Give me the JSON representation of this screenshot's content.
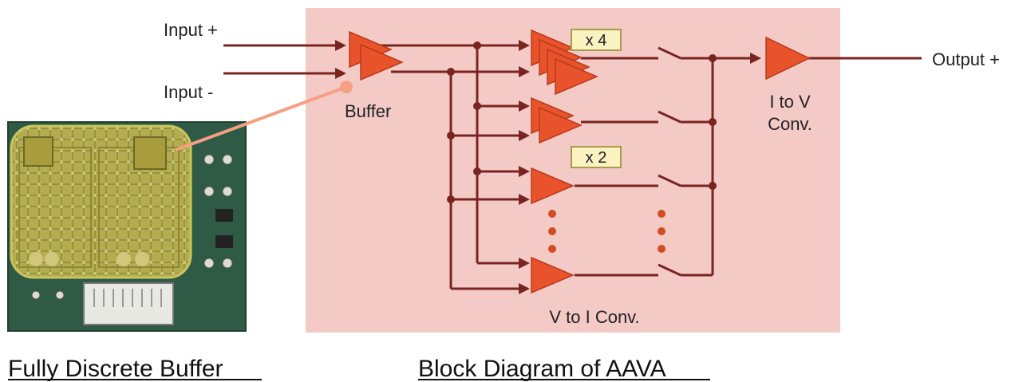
{
  "diagram": {
    "inputs": [
      "Input +",
      "Input -"
    ],
    "output": "Output +",
    "buffer_label": "Buffer",
    "gain_labels": [
      "x 4",
      "x 2"
    ],
    "v_to_i_label": "V to I Conv.",
    "i_to_v_label": [
      "I to V",
      "Conv."
    ]
  },
  "captions": {
    "left": "Fully Discrete Buffer",
    "right": "Block Diagram of AAVA"
  },
  "colors": {
    "panel": "#f4cac7",
    "wire": "#7a2420",
    "amp": "#e8532c",
    "gain_box": "#fbf2c2",
    "pcb": "#2f5a45",
    "highlight": "#c9c24a",
    "connector": "#f6a083"
  }
}
